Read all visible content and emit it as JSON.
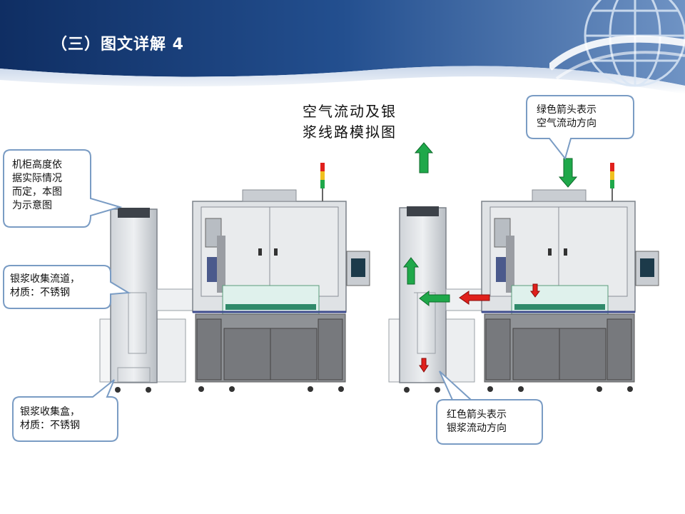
{
  "slide": {
    "title": "（三）图文详解 4"
  },
  "diagram": {
    "title_line1": "空气流动及银",
    "title_line2": "浆线路模拟图"
  },
  "callouts": {
    "cabinet_height": [
      "机柜高度依",
      "据实际情况",
      "而定，本图",
      "为示意图"
    ],
    "collection_channel": [
      "银浆收集流道，",
      "材质：不锈钢"
    ],
    "collection_box": [
      "银浆收集盒，",
      "材质：不锈钢"
    ],
    "green_arrow_legend": [
      "绿色箭头表示",
      "空气流动方向"
    ],
    "red_arrow_legend": [
      "红色箭头表示",
      "银浆流动方向"
    ]
  },
  "colors": {
    "header_blue": "#1e4d8c",
    "air_arrow": "#1fa84a",
    "paste_arrow": "#e0201c",
    "callout_border": "#7a9cc4",
    "machine_frame": "#8a8f96"
  }
}
